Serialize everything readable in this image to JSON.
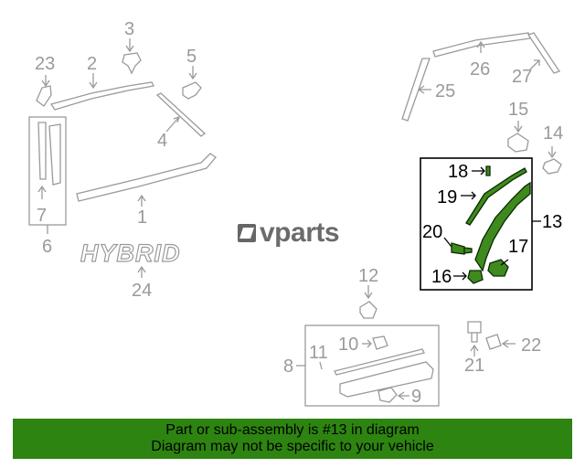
{
  "watermark": {
    "text": "vparts",
    "logo_icon": "lv-logo-icon"
  },
  "emblem": {
    "text": "HYBRID"
  },
  "callouts": {
    "c1": "1",
    "c2": "2",
    "c3": "3",
    "c4": "4",
    "c5": "5",
    "c6": "6",
    "c7": "7",
    "c8": "8",
    "c9": "9",
    "c10": "10",
    "c11": "11",
    "c12": "12",
    "c13": "13",
    "c14": "14",
    "c15": "15",
    "c16": "16",
    "c17": "17",
    "c18": "18",
    "c19": "19",
    "c20": "20",
    "c21": "21",
    "c22": "22",
    "c23": "23",
    "c24": "24",
    "c25": "25",
    "c26": "26",
    "c27": "27"
  },
  "banner": {
    "line1": "Part or sub-assembly is #13 in diagram",
    "line2": "Diagram may not be specific to your vehicle"
  },
  "colors": {
    "highlight_fill": "#3f8a1e",
    "banner_bg": "#2e8410",
    "line_gray": "#9a9a9a"
  }
}
